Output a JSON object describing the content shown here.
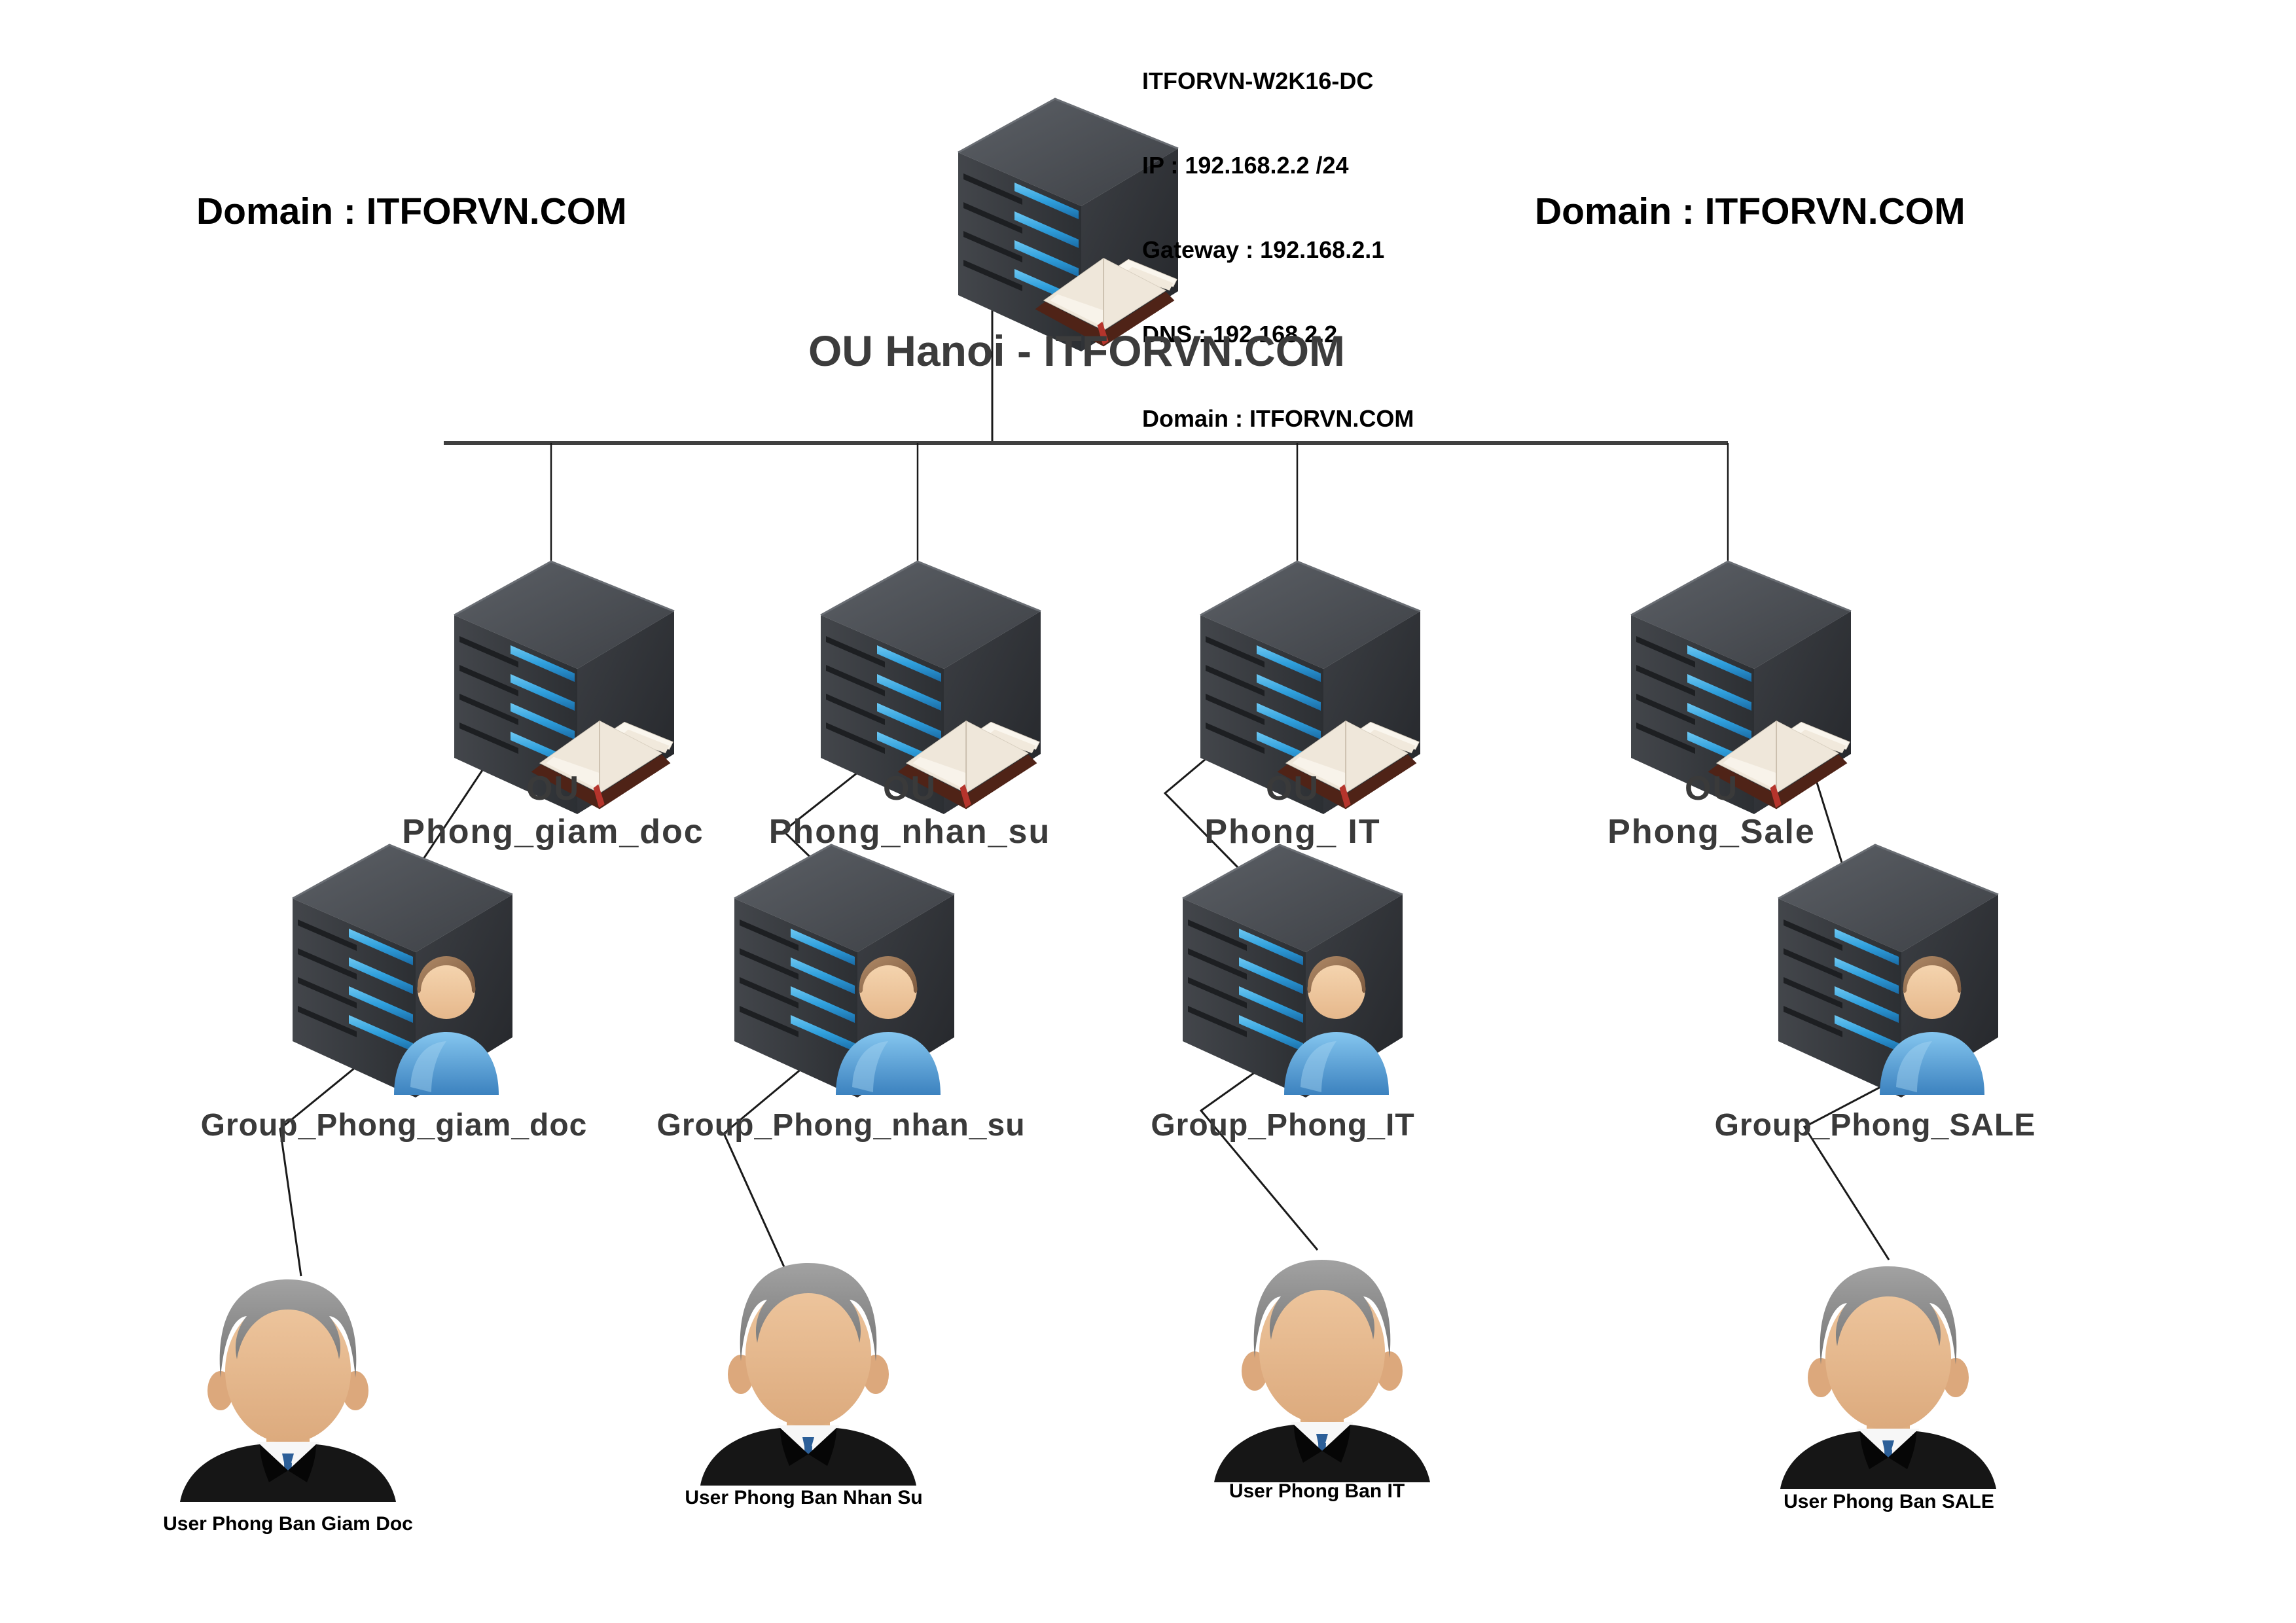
{
  "diagram": {
    "title": "OU Hanoi - ITFORVN.COM",
    "domain_label_left": "Domain : ITFORVN.COM",
    "domain_label_right": "Domain : ITFORVN.COM",
    "dc_info": {
      "hostname": "ITFORVN-W2K16-DC",
      "ip": "IP : 192.168.2.2 /24",
      "gateway": "Gateway : 192.168.2.1",
      "dns": "DNS : 192.168.2.2",
      "domain": "Domain : ITFORVN.COM"
    },
    "ous": [
      {
        "label": "OU",
        "name": "Phong_giam_doc"
      },
      {
        "label": "OU",
        "name": "Phong_nhan_su"
      },
      {
        "label": "OU",
        "name": "Phong_ IT"
      },
      {
        "label": "OU",
        "name": "Phong_Sale"
      }
    ],
    "groups": [
      {
        "name": "Group_Phong_giam_doc"
      },
      {
        "name": "Group_Phong_nhan_su"
      },
      {
        "name": "Group_Phong_IT"
      },
      {
        "name": "Group_Phong_SALE"
      }
    ],
    "users": [
      {
        "name": "User Phong Ban Giam Doc"
      },
      {
        "name": "User Phong Ban Nhan Su"
      },
      {
        "name": "User Phong Ban IT"
      },
      {
        "name": "User Phong Ban SALE"
      }
    ],
    "icons": {
      "domain_controller": "server-tower-with-directory-book-icon",
      "ou": "server-tower-with-directory-book-icon",
      "group": "server-tower-with-person-icon",
      "user": "businessman-icon"
    },
    "colors": {
      "connector_line": "#1a1a1a",
      "server_dark": "#34373c",
      "slot_blue": "#2f9fdc",
      "book_cover": "#4f2317",
      "book_pages": "#efe7da",
      "person_blue": "#4f97d3",
      "skin_tan": "#ecc49c",
      "hair_gray": "#8d8d8d",
      "suit_black": "#151515",
      "label_gray": "#3a3a3a"
    }
  }
}
